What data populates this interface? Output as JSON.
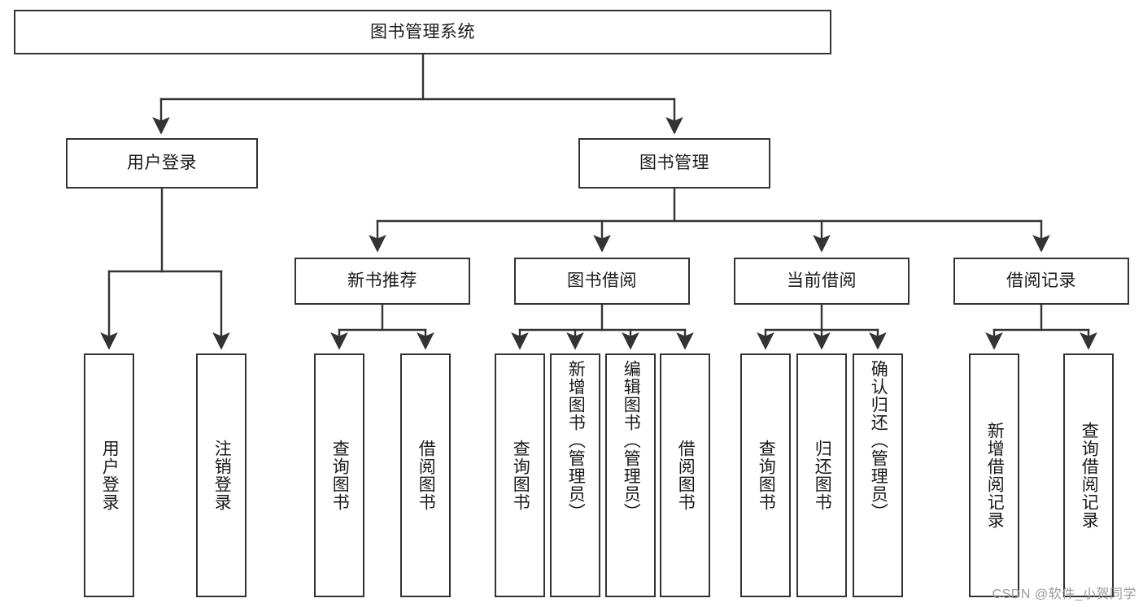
{
  "diagram": {
    "title": "图书管理系统",
    "type": "hierarchy-tree",
    "watermark": "CSDN @软件_小贺同学",
    "colors": {
      "stroke": "#333333",
      "text": "#1a1a1a",
      "background": "#ffffff",
      "watermark": "#9a9a9a"
    },
    "levels": {
      "root": {
        "label": "图书管理系统"
      },
      "level2": [
        {
          "label": "用户登录"
        },
        {
          "label": "图书管理"
        }
      ],
      "level3": [
        {
          "label": "新书推荐"
        },
        {
          "label": "图书借阅"
        },
        {
          "label": "当前借阅"
        },
        {
          "label": "借阅记录"
        }
      ],
      "leaves": {
        "user_login": [
          {
            "label": "用户登录"
          },
          {
            "label": "注销登录"
          }
        ],
        "new_book_recommend": [
          {
            "label": "查询图书"
          },
          {
            "label": "借阅图书"
          }
        ],
        "book_borrow": [
          {
            "label": "查询图书"
          },
          {
            "label": "新增图书（管理员）"
          },
          {
            "label": "编辑图书（管理员）"
          },
          {
            "label": "借阅图书"
          }
        ],
        "current_borrow": [
          {
            "label": "查询图书"
          },
          {
            "label": "归还图书"
          },
          {
            "label": "确认归还（管理员）"
          }
        ],
        "borrow_record": [
          {
            "label": "新增借阅记录"
          },
          {
            "label": "查询借阅记录"
          }
        ]
      }
    }
  }
}
